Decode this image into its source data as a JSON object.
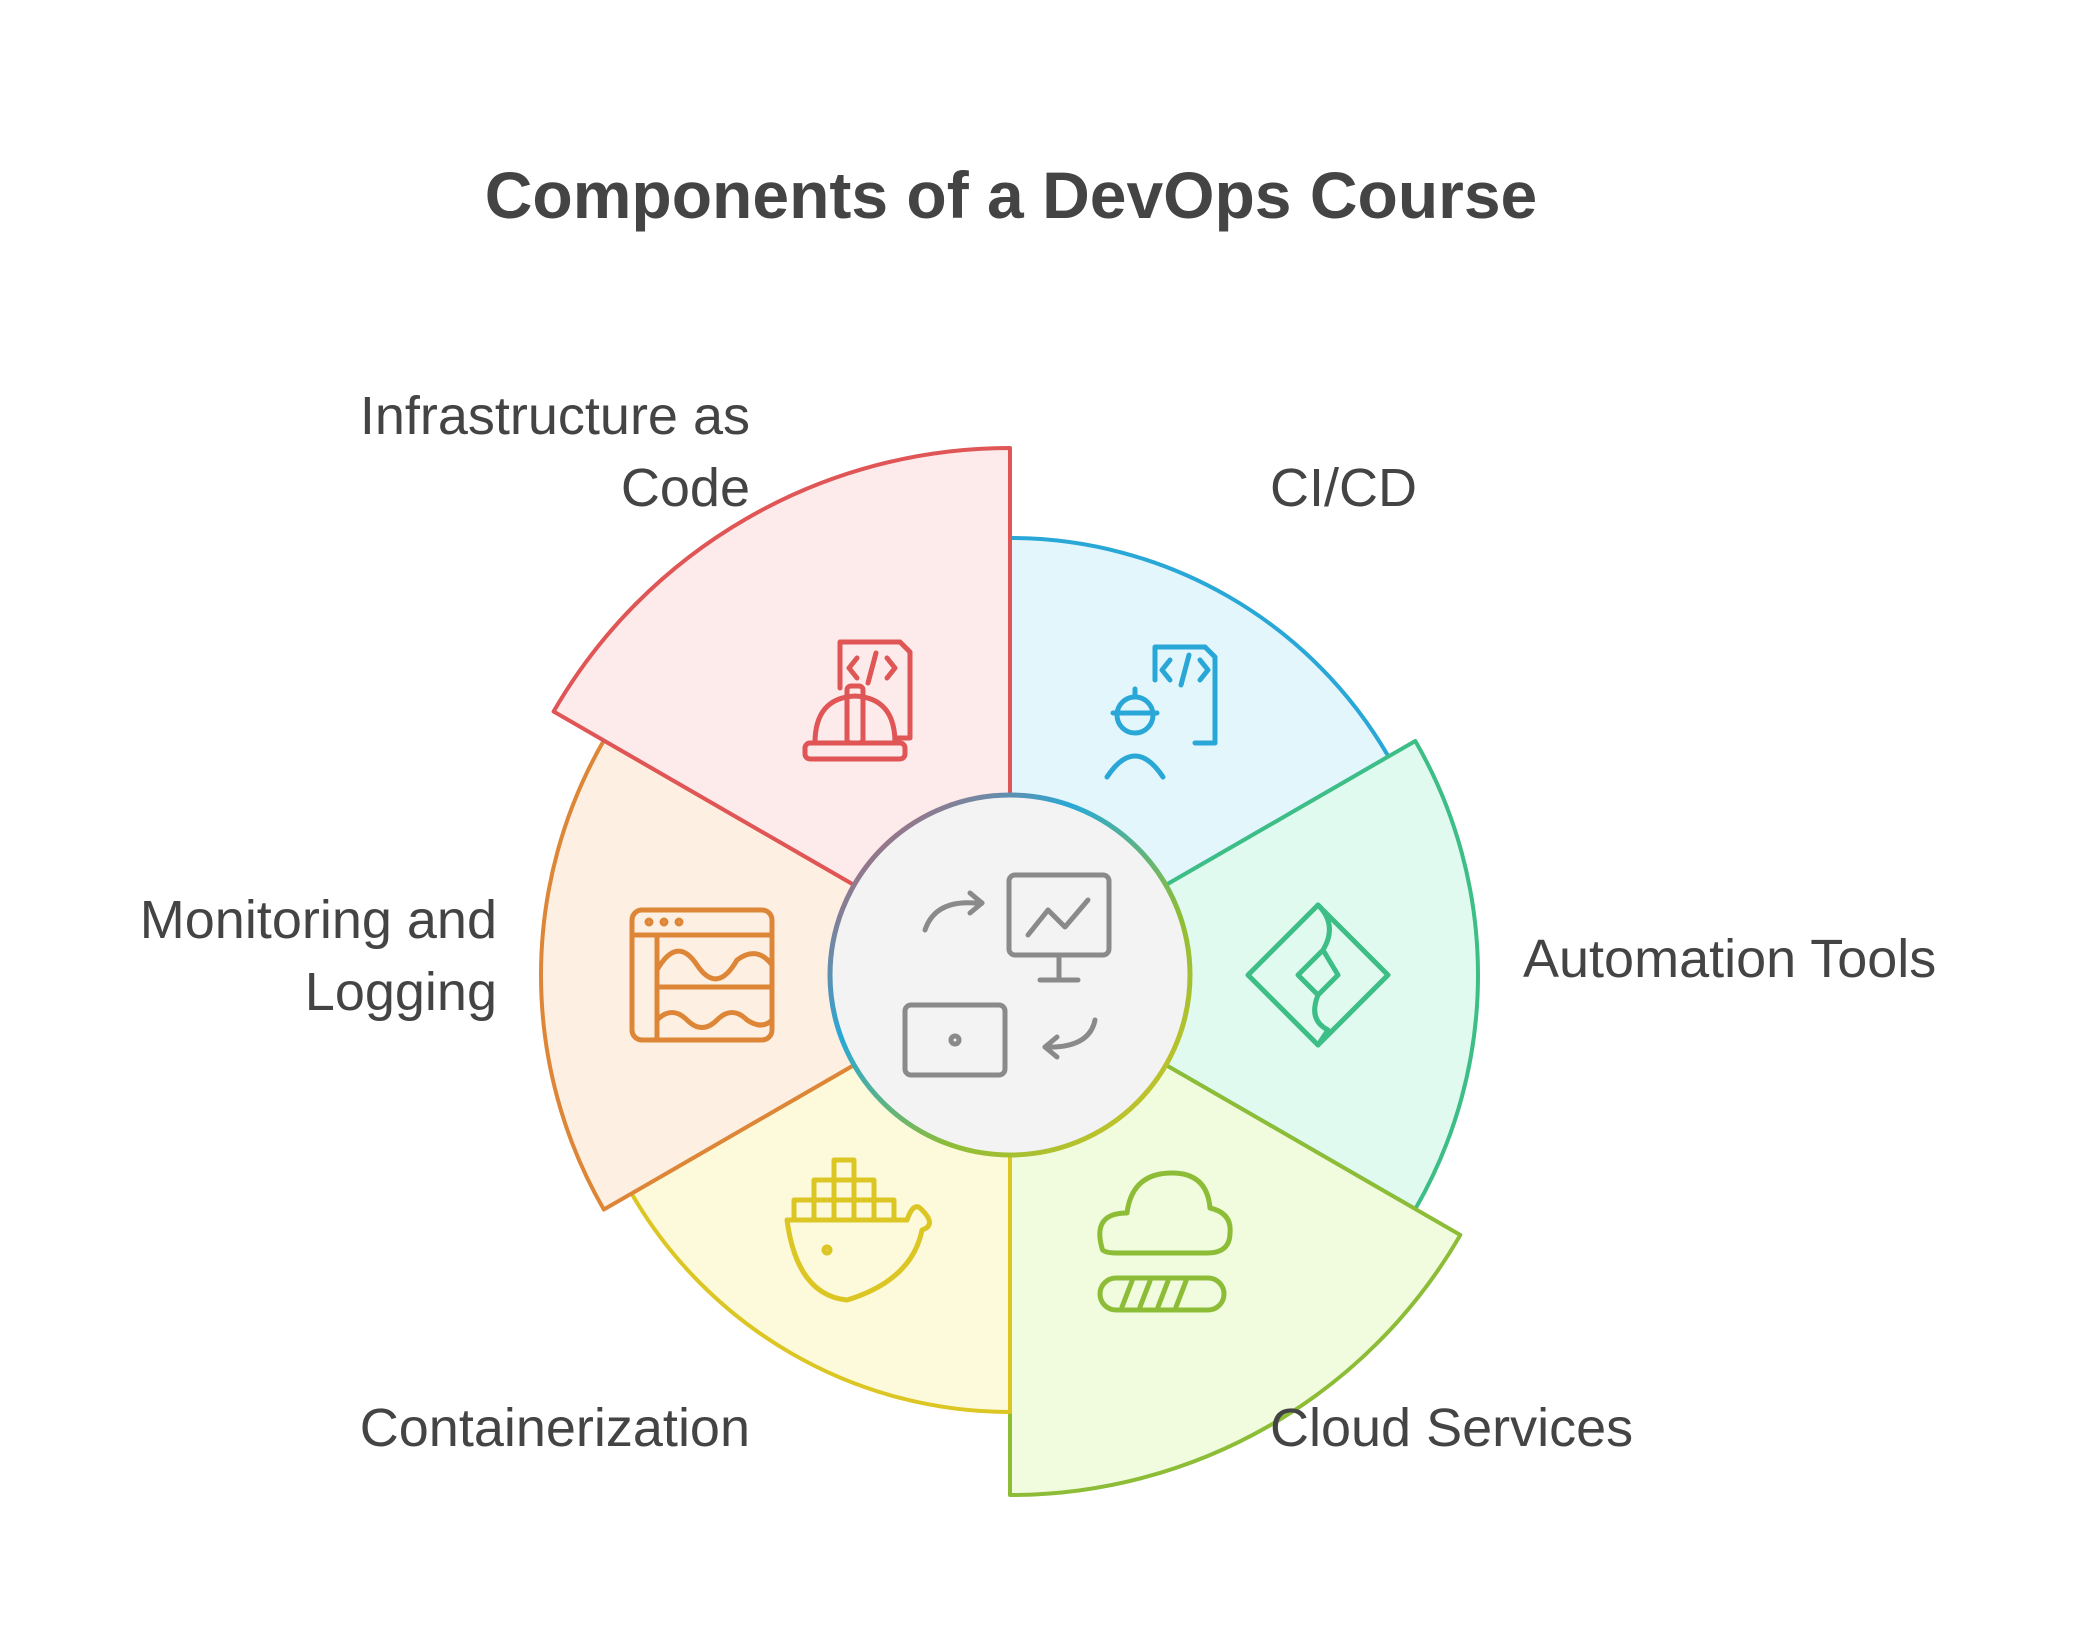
{
  "title": "Components of a DevOps Course",
  "segments": [
    {
      "id": "cicd",
      "lines": [
        "CI/CD"
      ],
      "icon": "developer-code-icon",
      "stroke": "#29A8D7",
      "fill": "#E3F6FC"
    },
    {
      "id": "automation",
      "lines": [
        "Automation Tools"
      ],
      "icon": "automation-diamond-icon",
      "stroke": "#3DBE86",
      "fill": "#E0FAEF"
    },
    {
      "id": "cloud",
      "lines": [
        "Cloud Services"
      ],
      "icon": "cloud-progress-icon",
      "stroke": "#8DBD37",
      "fill": "#F1FCDF"
    },
    {
      "id": "containerization",
      "lines": [
        "Containerization"
      ],
      "icon": "docker-whale-icon",
      "stroke": "#DCC624",
      "fill": "#FDF9DB"
    },
    {
      "id": "monitoring",
      "lines": [
        "Monitoring and",
        "Logging"
      ],
      "icon": "monitoring-window-icon",
      "stroke": "#DE8637",
      "fill": "#FDF0E3"
    },
    {
      "id": "iac",
      "lines": [
        "Infrastructure as",
        "Code"
      ],
      "icon": "infrastructure-code-icon",
      "stroke": "#E05555",
      "fill": "#FDEAEA"
    }
  ],
  "center": {
    "icon": "devices-sync-icon",
    "stroke": "#8A8A8A",
    "fill": "#F3F3F3"
  }
}
